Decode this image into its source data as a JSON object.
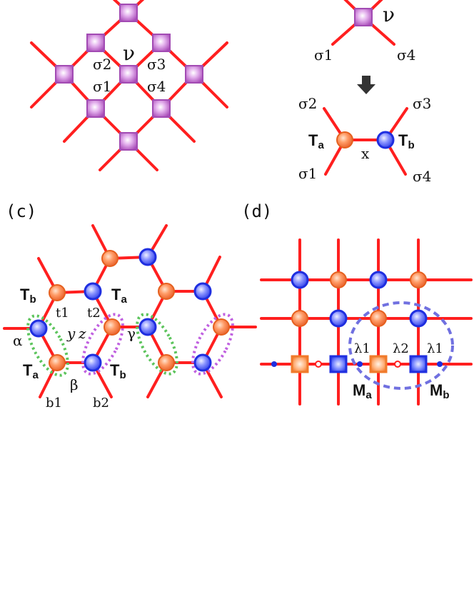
{
  "colors": {
    "bond": "#ff1f1f",
    "orange_tensor": "#f07a2a",
    "blue_tensor": "#1f2fe0",
    "purple_tensor": "#b04fc0",
    "green_dash": "#5cc45c",
    "magenta_dash": "#c060e0",
    "periwinkle_dash": "#7070e0",
    "arrow": "#333333"
  },
  "panel_a": {
    "center_label": "ν",
    "sigma_1": "σ1",
    "sigma_2": "σ2",
    "sigma_3": "σ3",
    "sigma_4": "σ4"
  },
  "panel_b": {
    "nu_label": "ν",
    "sigma_1_top": "σ1",
    "sigma_4_top": "σ4",
    "sigma_1": "σ1",
    "sigma_2": "σ2",
    "sigma_3": "σ3",
    "sigma_4": "σ4",
    "T_a": "T",
    "T_a_sub": "a",
    "T_b": "T",
    "T_b_sub": "b",
    "x_label": "x",
    "arrow_icon": "down-arrow-icon"
  },
  "panel_c": {
    "panel_label": "(c)",
    "T_b_top": "T",
    "T_b_top_sub": "b",
    "T_a_top": "T",
    "T_a_top_sub": "a",
    "T_a_bottom": "T",
    "T_a_bottom_sub": "a",
    "T_b_bottom": "T",
    "T_b_bottom_sub": "b",
    "t1": "t1",
    "t2": "t2",
    "y": "y",
    "z": "z",
    "alpha": "α",
    "beta": "β",
    "gamma": "γ",
    "b1": "b1",
    "b2": "b2"
  },
  "panel_d": {
    "panel_label": "(d)",
    "lambda_1_left": "λ1",
    "lambda_2": "λ2",
    "lambda_1_right": "λ1",
    "M_a": "M",
    "M_a_sub": "a",
    "M_b": "M",
    "M_b_sub": "b"
  }
}
